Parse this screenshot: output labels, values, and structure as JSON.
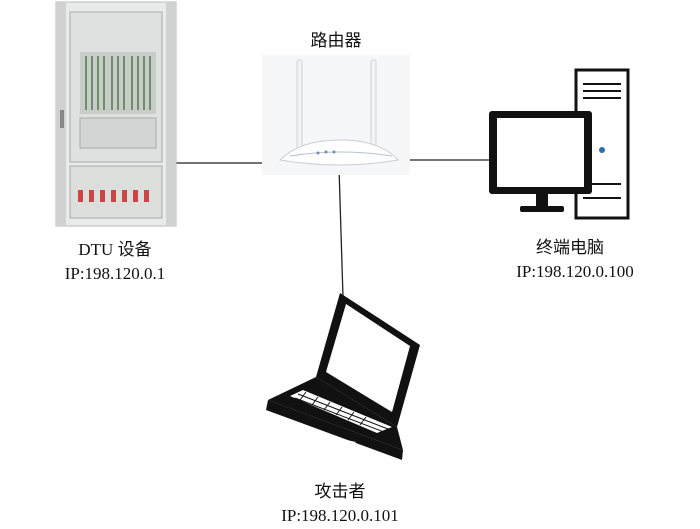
{
  "nodes": {
    "router": {
      "name": "路由器"
    },
    "dtu": {
      "name": "DTU 设备",
      "ip": "IP:198.120.0.1"
    },
    "terminal": {
      "name": "终端电脑",
      "ip": "IP:198.120.0.100"
    },
    "attacker": {
      "name": "攻击者",
      "ip": "IP:198.120.0.101"
    }
  },
  "links": [
    {
      "from": "dtu",
      "to": "router"
    },
    {
      "from": "router",
      "to": "terminal"
    },
    {
      "from": "router",
      "to": "attacker"
    }
  ],
  "colors": {
    "line": "#222222",
    "monitor": "#111111",
    "router_body": "#f4f5f7"
  }
}
